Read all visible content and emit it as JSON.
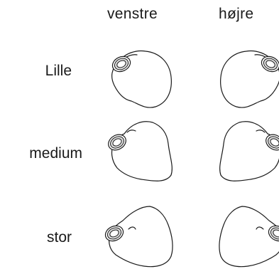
{
  "columns": {
    "left": "venstre",
    "right": "højre"
  },
  "rows": {
    "small": "Lille",
    "medium": "medium",
    "large": "stor"
  }
}
